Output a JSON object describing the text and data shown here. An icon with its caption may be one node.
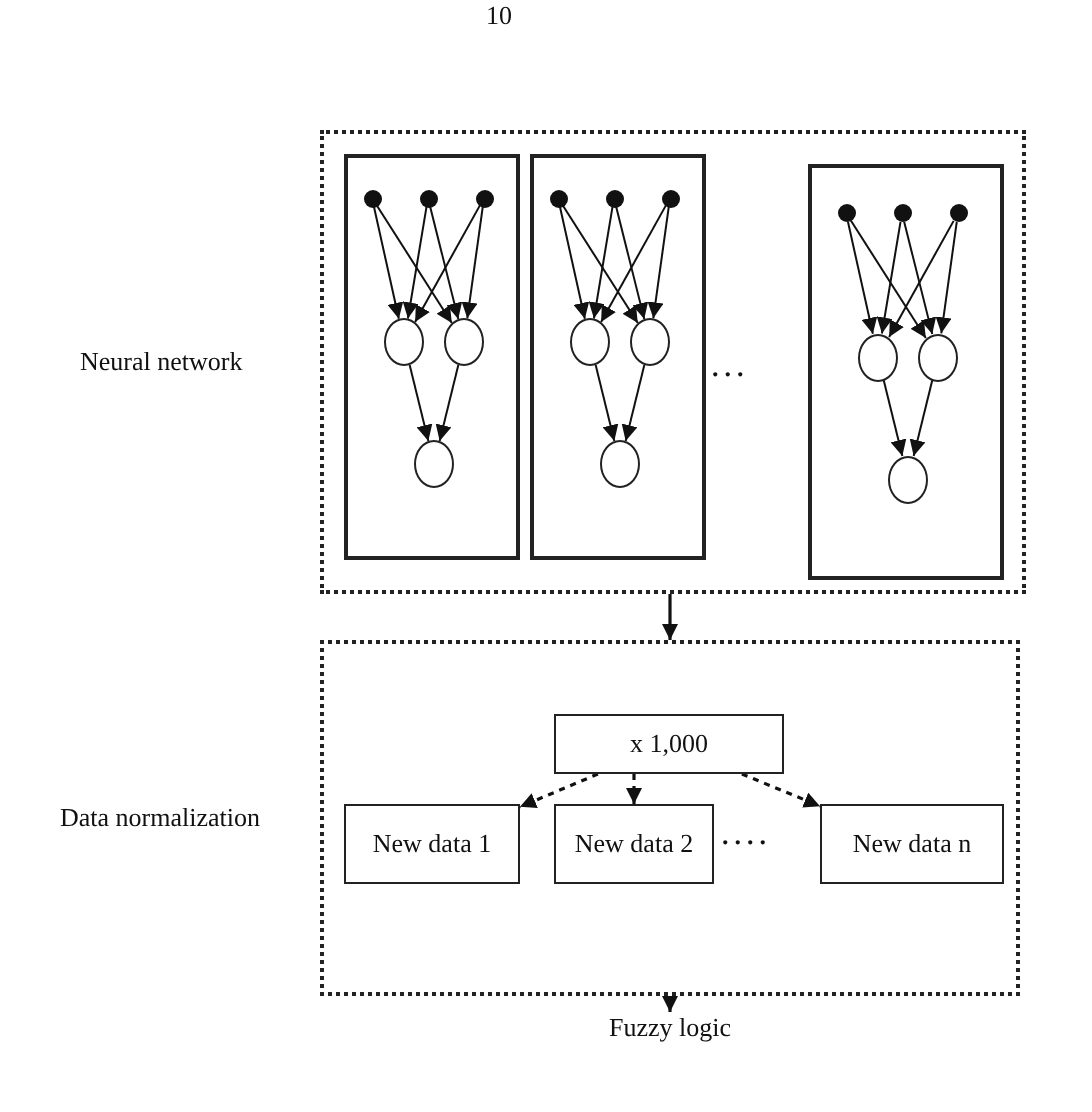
{
  "diagram": {
    "nodes": [
      {
        "text": [
          "Neural network"
        ]
      },
      {
        "text": [],
        "shape": "box",
        "in": 0
      },
      {
        "text": [],
        "shape": "dot",
        "in": 1
      },
      {
        "text": [],
        "shape": "dot",
        "in": 1
      },
      {
        "text": [],
        "shape": "dot",
        "in": 1
      },
      {
        "text": [],
        "shape": "circle",
        "in": 1
      },
      {
        "text": [],
        "shape": "circle",
        "in": 1
      },
      {
        "text": [],
        "shape": "circle",
        "in": 1
      },
      {
        "text": [],
        "shape": "box",
        "in": 0
      },
      {
        "text": [],
        "shape": "dot",
        "in": 8
      },
      {
        "text": [],
        "shape": "dot",
        "in": 8
      },
      {
        "text": [],
        "shape": "dot",
        "in": 8
      },
      {
        "text": [],
        "shape": "circle",
        "in": 8
      },
      {
        "text": [],
        "shape": "circle",
        "in": 8
      },
      {
        "text": [],
        "shape": "circle",
        "in": 8
      },
      {
        "text": [],
        "shape": "box",
        "in": 0
      },
      {
        "text": [],
        "shape": "dot",
        "in": 15
      },
      {
        "text": [],
        "shape": "dot",
        "in": 15
      },
      {
        "text": [],
        "shape": "dot",
        "in": 15
      },
      {
        "text": [],
        "shape": "circle",
        "in": 15
      },
      {
        "text": [],
        "shape": "circle",
        "in": 15
      },
      {
        "text": [],
        "shape": "circle",
        "in": 15
      },
      {
        "text": [
          "Data normalization"
        ]
      },
      {
        "text": [
          "x 1,000"
        ],
        "in": 22
      },
      {
        "text": [
          "New data 1"
        ],
        "in": 22
      },
      {
        "text": [
          "New data 2"
        ],
        "in": 22
      },
      {
        "text": [
          "New data n"
        ],
        "in": 22
      },
      {
        "text": [
          "Fuzzy logic"
        ]
      }
    ],
    "edges": [
      {
        "from": 2,
        "to": 5,
        "arrow": "to"
      },
      {
        "from": 2,
        "to": 6,
        "arrow": "to"
      },
      {
        "from": 3,
        "to": 5,
        "arrow": "to"
      },
      {
        "from": 3,
        "to": 6,
        "arrow": "to"
      },
      {
        "from": 4,
        "to": 5,
        "arrow": "to"
      },
      {
        "from": 4,
        "to": 6,
        "arrow": "to"
      },
      {
        "from": 5,
        "to": 7,
        "arrow": "to"
      },
      {
        "from": 6,
        "to": 7,
        "arrow": "to"
      },
      {
        "from": 9,
        "to": 12,
        "arrow": "to"
      },
      {
        "from": 9,
        "to": 13,
        "arrow": "to"
      },
      {
        "from": 10,
        "to": 12,
        "arrow": "to"
      },
      {
        "from": 10,
        "to": 13,
        "arrow": "to"
      },
      {
        "from": 11,
        "to": 12,
        "arrow": "to"
      },
      {
        "from": 11,
        "to": 13,
        "arrow": "to"
      },
      {
        "from": 12,
        "to": 14,
        "arrow": "to"
      },
      {
        "from": 13,
        "to": 14,
        "arrow": "to"
      },
      {
        "from": 16,
        "to": 19,
        "arrow": "to"
      },
      {
        "from": 16,
        "to": 20,
        "arrow": "to"
      },
      {
        "from": 17,
        "to": 19,
        "arrow": "to"
      },
      {
        "from": 17,
        "to": 20,
        "arrow": "to"
      },
      {
        "from": 18,
        "to": 19,
        "arrow": "to"
      },
      {
        "from": 18,
        "to": 20,
        "arrow": "to"
      },
      {
        "from": 19,
        "to": 21,
        "arrow": "to"
      },
      {
        "from": 20,
        "to": 21,
        "arrow": "to"
      },
      {
        "from": 0,
        "to": 22,
        "arrow": "to"
      },
      {
        "from": 23,
        "to": 24,
        "arrow": "to",
        "style": "dashed"
      },
      {
        "from": 23,
        "to": 25,
        "arrow": "to",
        "style": "dashed"
      },
      {
        "from": 23,
        "to": 26,
        "arrow": "to",
        "style": "dashed"
      },
      {
        "from": 22,
        "to": 27,
        "arrow": "to"
      }
    ],
    "labels": [
      "10",
      "...",
      "...."
    ]
  }
}
